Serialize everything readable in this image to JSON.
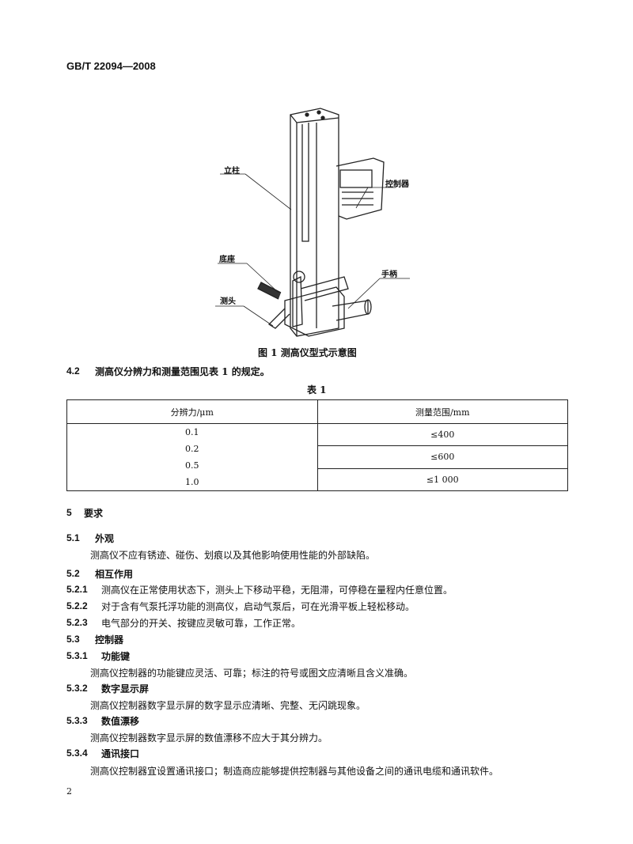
{
  "header": "GB/T 22094—2008",
  "figure": {
    "labels": {
      "column": "立柱",
      "controller": "控制器",
      "base": "底座",
      "handle": "手柄",
      "probe": "测头"
    },
    "caption": "图 1   测高仪型式示意图"
  },
  "para_4_2": {
    "num": "4.2",
    "text": "测高仪分辨力和测量范围见表 1 的规定。"
  },
  "table": {
    "title": "表 1",
    "headers": [
      "分辨力/μm",
      "测量范围/mm"
    ],
    "resolutions": [
      "0.1",
      "0.2",
      "0.5",
      "1.0"
    ],
    "ranges": [
      "≤400",
      "≤600",
      "≤1 000"
    ]
  },
  "sections": [
    {
      "num": "5",
      "title": "要求"
    },
    {
      "num": "5.1",
      "title": "外观"
    },
    {
      "text": "测高仪不应有锈迹、碰伤、划痕以及其他影响使用性能的外部缺陷。"
    },
    {
      "num": "5.2",
      "title": "相互作用"
    },
    {
      "num": "5.2.1",
      "text": "测高仪在正常使用状态下，测头上下移动平稳，无阻滞，可停稳在量程内任意位置。"
    },
    {
      "num": "5.2.2",
      "text": "对于含有气泵托浮功能的测高仪，启动气泵后，可在光滑平板上轻松移动。"
    },
    {
      "num": "5.2.3",
      "text": "电气部分的开关、按键应灵敏可靠，工作正常。"
    },
    {
      "num": "5.3",
      "title": "控制器"
    },
    {
      "num": "5.3.1",
      "title": "功能键"
    },
    {
      "text": "测高仪控制器的功能键应灵活、可靠；标注的符号或图文应清晰且含义准确。"
    },
    {
      "num": "5.3.2",
      "title": "数字显示屏"
    },
    {
      "text": "测高仪控制器数字显示屏的数字显示应清晰、完整、无闪跳现象。"
    },
    {
      "num": "5.3.3",
      "title": "数值漂移"
    },
    {
      "text": "测高仪控制器数字显示屏的数值漂移不应大于其分辨力。"
    },
    {
      "num": "5.3.4",
      "title": "通讯接口"
    },
    {
      "text": "测高仪控制器宜设置通讯接口；制造商应能够提供控制器与其他设备之间的通讯电缆和通讯软件。"
    }
  ],
  "page_number": "2"
}
